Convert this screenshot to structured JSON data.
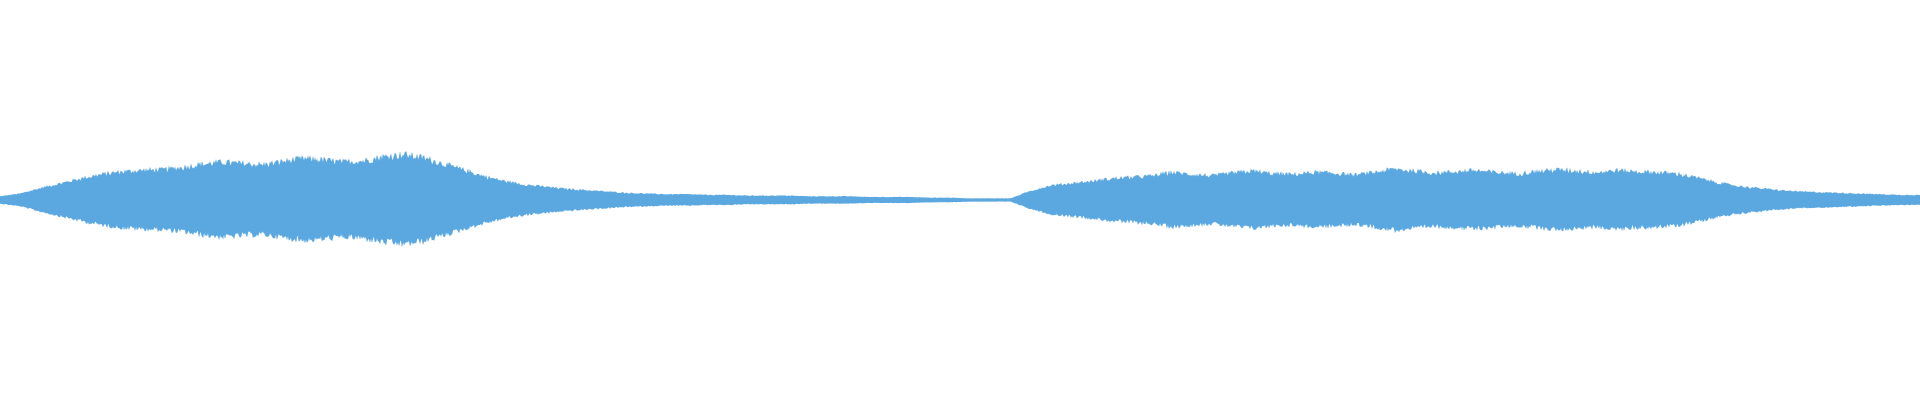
{
  "waveform": {
    "color": "#5ba8e0",
    "background": "#ffffff",
    "peaks": [
      0.05,
      0.09,
      0.17,
      0.24,
      0.31,
      0.37,
      0.41,
      0.43,
      0.44,
      0.47,
      0.52,
      0.55,
      0.53,
      0.51,
      0.56,
      0.6,
      0.58,
      0.55,
      0.57,
      0.63,
      0.66,
      0.61,
      0.52,
      0.43,
      0.34,
      0.27,
      0.22,
      0.19,
      0.16,
      0.14,
      0.12,
      0.1,
      0.09,
      0.08,
      0.08,
      0.07,
      0.07,
      0.06,
      0.06,
      0.06,
      0.05,
      0.05,
      0.05,
      0.04,
      0.04,
      0.04,
      0.03,
      0.03,
      0.02,
      0.02,
      0.02,
      0.13,
      0.21,
      0.24,
      0.27,
      0.31,
      0.33,
      0.35,
      0.4,
      0.37,
      0.35,
      0.39,
      0.42,
      0.38,
      0.37,
      0.4,
      0.39,
      0.36,
      0.4,
      0.45,
      0.42,
      0.39,
      0.41,
      0.43,
      0.4,
      0.38,
      0.41,
      0.44,
      0.42,
      0.4,
      0.43,
      0.41,
      0.4,
      0.38,
      0.32,
      0.25,
      0.2,
      0.17,
      0.14,
      0.12,
      0.11,
      0.1,
      0.09,
      0.08,
      0.07,
      0.07
    ]
  }
}
